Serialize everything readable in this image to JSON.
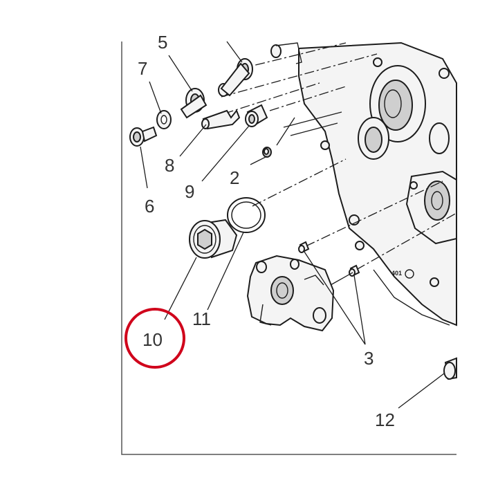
{
  "diagram": {
    "callouts": {
      "c2": "2",
      "c3": "3",
      "c5": "5",
      "c6": "6",
      "c7": "7",
      "c8": "8",
      "c9": "9",
      "c10": "10",
      "c11": "11",
      "c12": "12"
    },
    "cover_stamp": "401",
    "highlighted_part": "10",
    "colors": {
      "highlight": "#d0021b",
      "line": "#1c1c1c",
      "label": "#333333",
      "border": "#555555"
    }
  }
}
